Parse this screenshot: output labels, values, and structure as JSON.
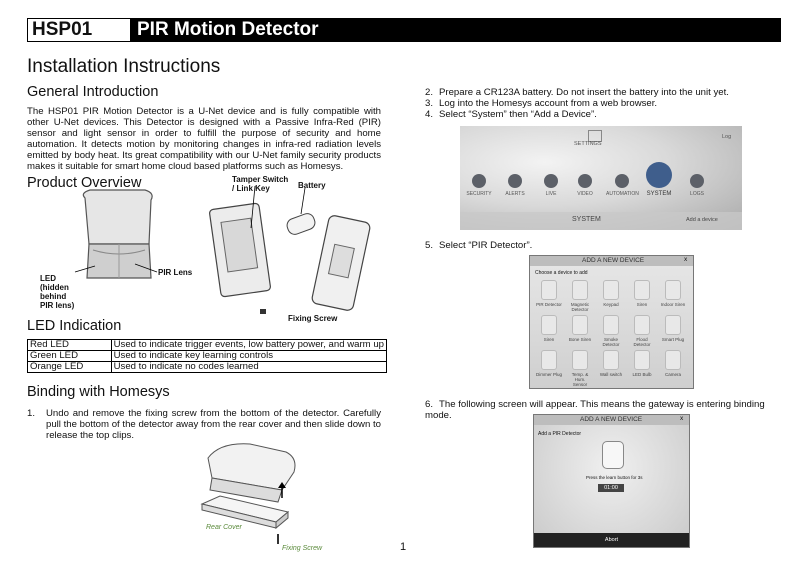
{
  "header": {
    "code": "HSP01",
    "title": "PIR Motion Detector"
  },
  "page_title": "Installation Instructions",
  "general": {
    "heading": "General Introduction",
    "text": "The HSP01 PIR Motion Detector is a U-Net device and is fully compatible with other U-Net devices. This Detector is designed with a Passive Infra-Red (PIR) sensor and light sensor in order to fulfill the purpose of security and home automation. It detects motion by monitoring changes in infra-red radiation levels emitted by body heat. Its great compatibility with our U-Net family security products makes it suitable for smart home cloud based platforms such as Homesys."
  },
  "overview": {
    "heading": "Product Overview",
    "labels": {
      "tamper": "Tamper Switch / Link Key",
      "battery": "Battery",
      "pir_lens": "PIR Lens",
      "led": "LED (hidden behind PIR lens)",
      "fixing_screw": "Fixing Screw"
    }
  },
  "led_indication": {
    "heading": "LED Indication",
    "rows": [
      {
        "name": "Red LED",
        "desc": "Used to indicate trigger events, low battery power, and warm up"
      },
      {
        "name": "Green LED",
        "desc": "Used to indicate key learning controls"
      },
      {
        "name": "Orange LED",
        "desc": "Used to indicate no codes learned"
      }
    ]
  },
  "binding": {
    "heading": "Binding with Homesys",
    "step1_num": "1.",
    "step1": "Undo and remove the fixing screw from the bottom of the detector. Carefully pull the bottom of the detector away from the rear cover and then slide down to release the top clips.",
    "fig_labels": {
      "rear_cover": "Rear Cover",
      "fixing_screw": "Fixing Screw"
    }
  },
  "steps": [
    {
      "num": "2.",
      "text": "Prepare a CR123A battery. Do not insert the battery into the unit yet."
    },
    {
      "num": "3.",
      "text": "Log into the Homesys account from a web browser."
    },
    {
      "num": "4.",
      "text": "Select “System” then “Add a Device”."
    },
    {
      "num": "5.",
      "text": "Select “PIR Detector”."
    },
    {
      "num": "6.",
      "text": "The following screen will appear. This means the gateway is entering binding mode."
    }
  ],
  "screen_settings": {
    "settings": "SETTINGS",
    "logout": "Log",
    "items": [
      "SECURITY",
      "ALERTS",
      "LIVE",
      "VIDEO",
      "AUTOMATION",
      "SYSTEM",
      "LOGS"
    ],
    "bar_title": "SYSTEM",
    "add_device": "Add a device"
  },
  "screen_add": {
    "title": "ADD A NEW DEVICE",
    "close": "x",
    "choose": "Choose a device to add",
    "devices": [
      "PIR Detector",
      "Magnetic Detector",
      "Keypad",
      "Siren",
      "Indoor Siren",
      "Siren",
      "Bone Siren",
      "Smoke Detector",
      "Flood Detector",
      "Smart Plug",
      "Dimmer Plug",
      "Temp. & Hum. Sensor",
      "Wall switch",
      "LED Bulb",
      "Camera"
    ]
  },
  "screen_binding": {
    "title": "ADD A NEW DEVICE",
    "close": "x",
    "subtitle": "Add a PIR Detector",
    "prompt": "Press the learn button for 3s",
    "timer": "01:00",
    "abort": "Abort"
  },
  "page_number": "1"
}
